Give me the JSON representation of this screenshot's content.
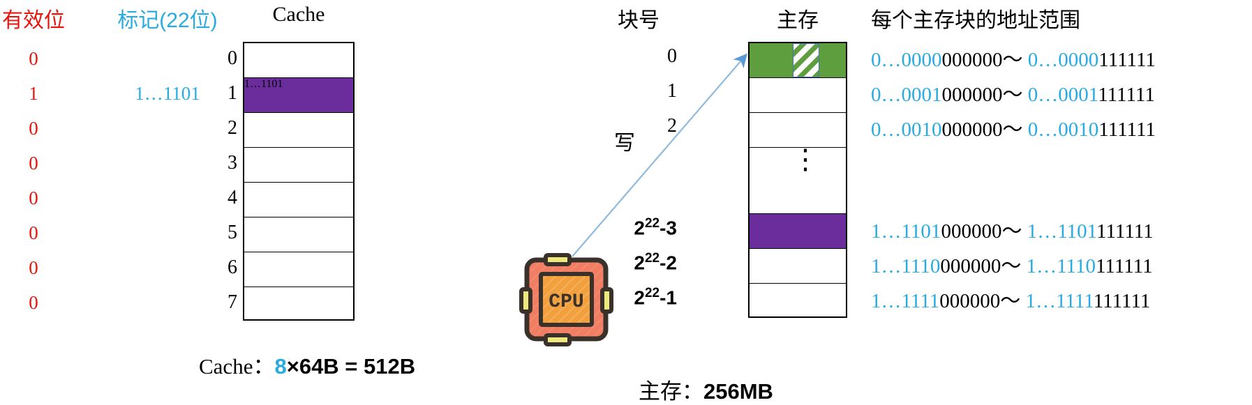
{
  "headers": {
    "valid_bit": "有效位",
    "tag": "标记(22位)",
    "cache": "Cache",
    "block_number": "块号",
    "main_memory": "主存",
    "address_range": "每个主存块的地址范围"
  },
  "colors": {
    "valid_bit_red": "#e8140c",
    "tag_blue": "#29ABE2",
    "cache_filled_purple": "#6B2D9B",
    "memory_green": "#5E9E3E",
    "memory_purple": "#6B2D9B",
    "arrow_blue": "#5B9BD5"
  },
  "cache": {
    "rows": [
      {
        "index": "0",
        "valid": "0",
        "tag": "",
        "filled": false
      },
      {
        "index": "1",
        "valid": "1",
        "tag": "1…1101",
        "filled": true
      },
      {
        "index": "2",
        "valid": "0",
        "tag": "",
        "filled": false
      },
      {
        "index": "3",
        "valid": "0",
        "tag": "",
        "filled": false
      },
      {
        "index": "4",
        "valid": "0",
        "tag": "",
        "filled": false
      },
      {
        "index": "5",
        "valid": "0",
        "tag": "",
        "filled": false
      },
      {
        "index": "6",
        "valid": "0",
        "tag": "",
        "filled": false
      },
      {
        "index": "7",
        "valid": "0",
        "tag": "",
        "filled": false
      }
    ],
    "caption": {
      "label": "Cache：",
      "count": "8",
      "rest": "×64B = 512B"
    }
  },
  "memory": {
    "rows": [
      {
        "label_main": "0",
        "label_sup": "",
        "label_suffix": "",
        "fill": "green"
      },
      {
        "label_main": "1",
        "label_sup": "",
        "label_suffix": "",
        "fill": "none"
      },
      {
        "label_main": "2",
        "label_sup": "",
        "label_suffix": "",
        "fill": "none"
      },
      {
        "label_main": "",
        "label_sup": "",
        "label_suffix": "",
        "fill": "none"
      },
      {
        "label_main": "2",
        "label_sup": "22",
        "label_suffix": "-3",
        "fill": "purple"
      },
      {
        "label_main": "2",
        "label_sup": "22",
        "label_suffix": "-2",
        "fill": "none"
      },
      {
        "label_main": "2",
        "label_sup": "22",
        "label_suffix": "-1",
        "fill": "none"
      }
    ],
    "vertical_dots": "⋮",
    "address_ranges": [
      {
        "start_blue": "0…0000",
        "start_black": "000000",
        "sep": "～",
        "end_blue": "0…0000",
        "end_black": "111111"
      },
      {
        "start_blue": "0…0001",
        "start_black": "000000",
        "sep": "～",
        "end_blue": "0…0001",
        "end_black": "111111"
      },
      {
        "start_blue": "0…0010",
        "start_black": "000000",
        "sep": "～",
        "end_blue": "0…0010",
        "end_black": "111111"
      },
      {
        "start_blue": "1…1101",
        "start_black": "000000",
        "sep": "～",
        "end_blue": "1…1101",
        "end_black": "111111"
      },
      {
        "start_blue": "1…1110",
        "start_black": "000000",
        "sep": "～",
        "end_blue": "1…1110",
        "end_black": "111111"
      },
      {
        "start_blue": "1…1111",
        "start_black": "000000",
        "sep": "～",
        "end_blue": "1…1111",
        "end_black": "111111"
      }
    ],
    "caption": {
      "label": "主存：",
      "size": "256MB"
    }
  },
  "cpu": {
    "label": "CPU"
  },
  "arrow": {
    "label": "写"
  }
}
